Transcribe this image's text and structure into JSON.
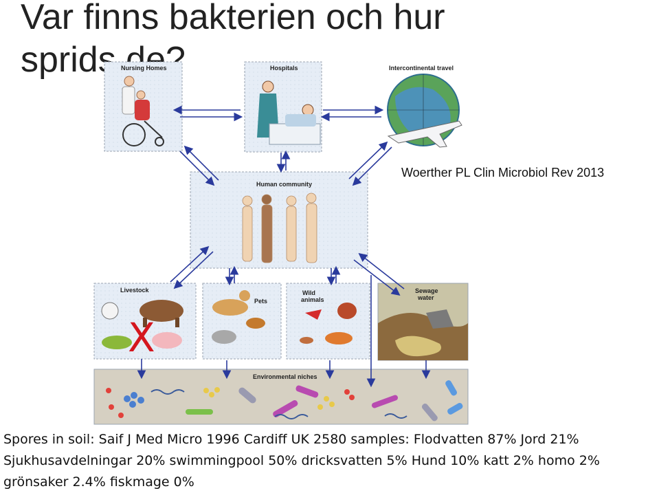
{
  "slide": {
    "title": "Var finns bakterien och hur sprids de?",
    "citation": "Woerther PL Clin Microbiol Rev 2013",
    "x_mark": "X",
    "notes": [
      "Spores in soil: Saif J Med Micro 1996 Cardiff UK 2580 samples: Flodvatten 87% Jord 21%",
      "Sjukhusavdelningar 20% swimmingpool 50% dricksvatten 5% Hund 10% katt 2% homo 2%",
      "grönsaker 2.4% fiskmage 0%"
    ]
  },
  "diagram": {
    "nodes": {
      "nursing_homes": "Nursing Homes",
      "hospitals": "Hospitals",
      "travel": "Intercontinental travel",
      "human": "Human community",
      "livestock": "Livestock",
      "pets": "Pets",
      "wild": "Wild animals",
      "sewage": "Sewage water",
      "environment": "Environmental niches"
    },
    "colors": {
      "arrow": "#2a3a9c",
      "panel_fill": "#e6edf6",
      "panel_border": "#9aa3b0",
      "sewage_bg": "#c9c4a6",
      "env_bg": "#d6d0c2",
      "x_mark": "#d4161e"
    }
  }
}
